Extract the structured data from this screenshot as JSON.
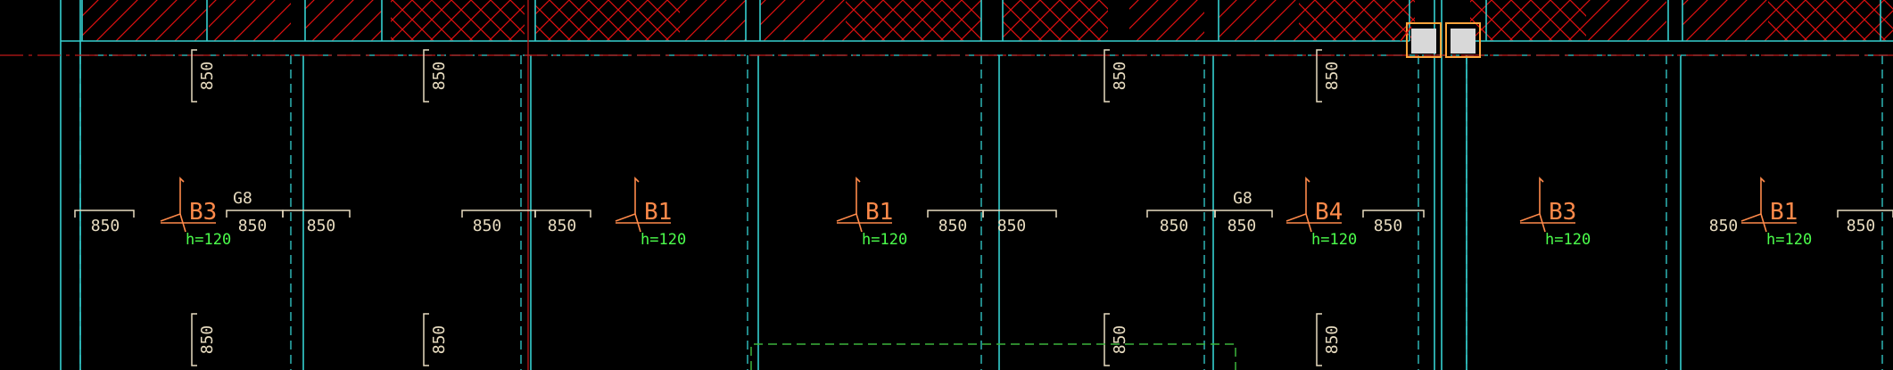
{
  "colors": {
    "background": "#000000",
    "wall": "#35d0d0",
    "hatch": "#e01010",
    "axis": "#c01818",
    "dimension": "#e8dcc0",
    "slab_tag": "#ff8a4a",
    "thickness": "#4cff4c",
    "column_fill": "#d8d8d8",
    "column_outline": "#ffa53c"
  },
  "slabs": [
    {
      "label": "B3",
      "thickness": "h=120"
    },
    {
      "label": "B1",
      "thickness": "h=120"
    },
    {
      "label": "B1",
      "thickness": "h=120"
    },
    {
      "label": "B4",
      "thickness": "h=120"
    },
    {
      "label": "B3",
      "thickness": "h=120"
    },
    {
      "label": "B1",
      "thickness": "h=120"
    }
  ],
  "horizontal_dims": [
    "850",
    "850",
    "850",
    "850",
    "850",
    "850",
    "850",
    "850",
    "850",
    "850",
    "850",
    "850"
  ],
  "vertical_dims": [
    "850",
    "850",
    "850",
    "850",
    "850",
    "850",
    "850",
    "850"
  ],
  "rebar_marks": [
    "G8",
    "G8"
  ]
}
